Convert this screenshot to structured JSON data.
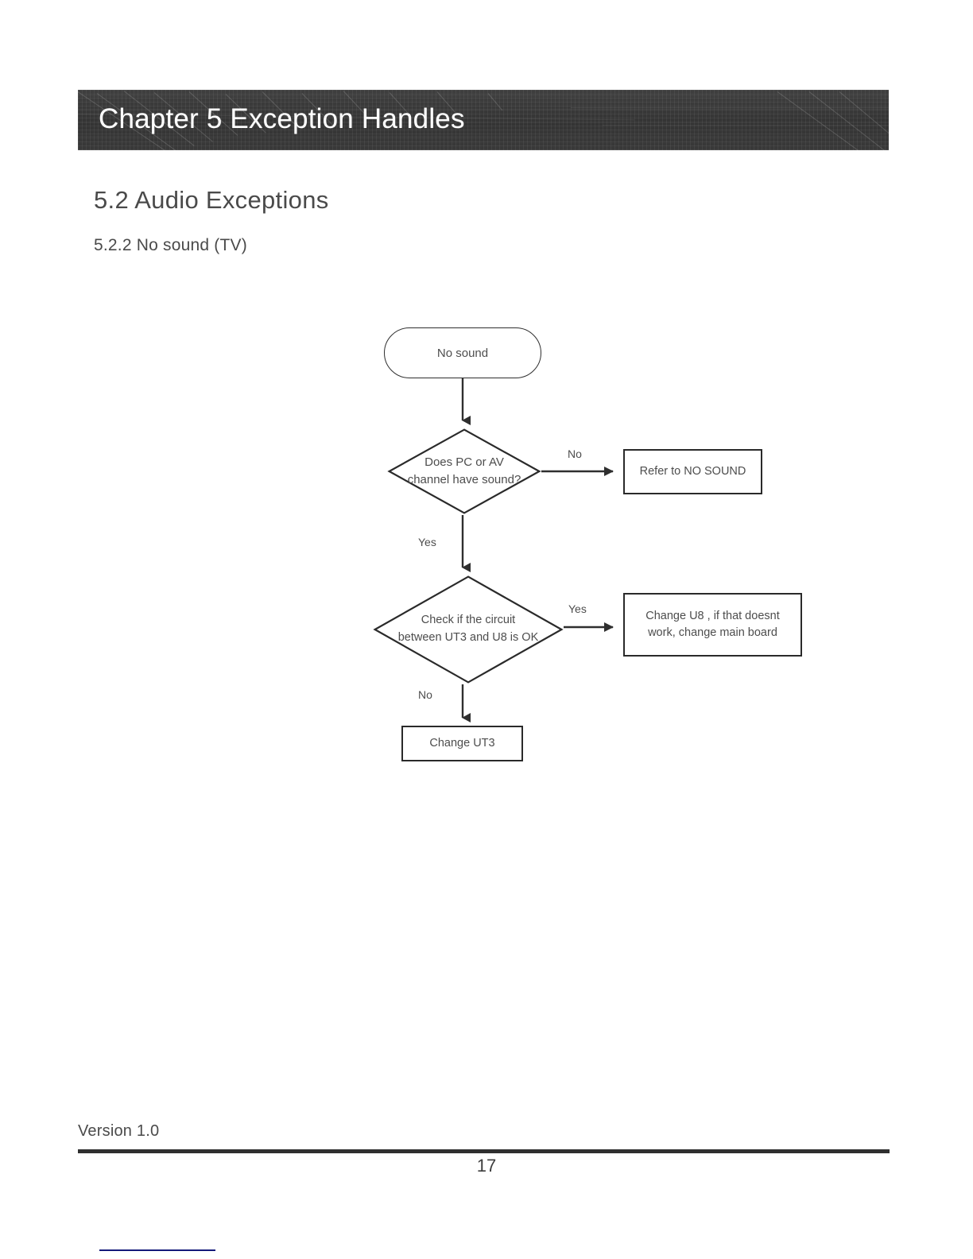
{
  "document": {
    "chapter_banner": {
      "title": "Chapter 5 Exception Handles"
    },
    "section_heading": "5.2 Audio Exceptions",
    "subsection_heading": "5.2.2 No sound (TV)",
    "footer": {
      "version": "Version 1.0",
      "page_number": "17"
    },
    "colors": {
      "banner_background": "#3a3a3a",
      "banner_text": "#ffffff",
      "body_text": "#4a4a4a",
      "diagram_stroke": "#2a2a2a",
      "footer_rule": "#2f2f2f",
      "bottom_artifact": "#14197a"
    }
  },
  "flowchart": {
    "title": "No sound (TV) troubleshooting flowchart",
    "nodes": {
      "start": {
        "shape": "terminator",
        "label": "No sound"
      },
      "decision_1": {
        "shape": "decision",
        "label_line_1": "Does PC or AV",
        "label_line_2": "channel have sound?"
      },
      "refer_no_sound": {
        "shape": "process",
        "label": "Refer to NO SOUND"
      },
      "decision_2": {
        "shape": "decision",
        "label_line_1": "Check if the circuit",
        "label_line_2": "between UT3 and U8 is OK"
      },
      "change_u8": {
        "shape": "process",
        "label_line_1": "Change U8 , if that doesnt",
        "label_line_2": "work, change main board"
      },
      "change_ut3": {
        "shape": "process",
        "label": "Change UT3"
      }
    },
    "edge_labels": {
      "decision_1_no": "No",
      "decision_1_yes": "Yes",
      "decision_2_yes": "Yes",
      "decision_2_no": "No"
    }
  }
}
